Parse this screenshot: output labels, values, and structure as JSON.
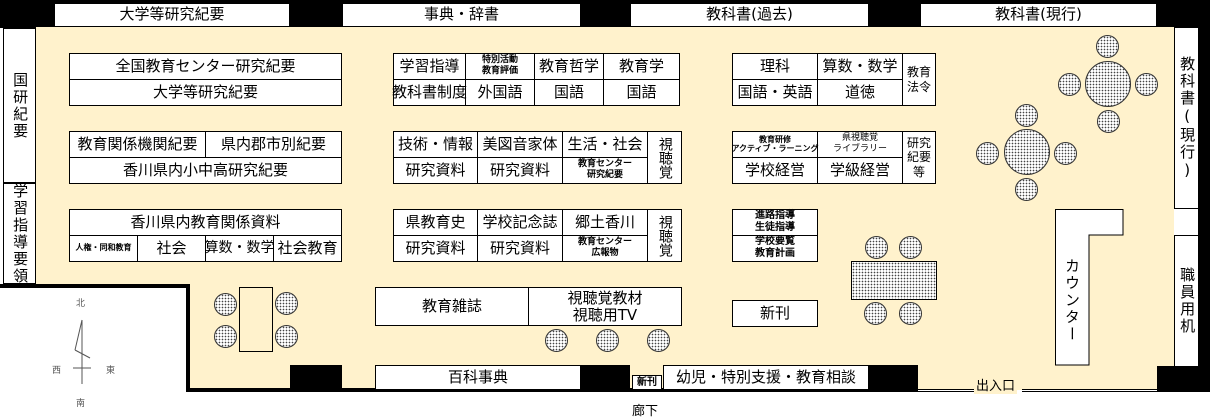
{
  "title": "図書室 配置図",
  "top_shelves": [
    "大学等研究紀要",
    "事典・辞書",
    "教科書(過去)",
    "教科書(現行)"
  ],
  "left_shelves": [
    "国研紀要",
    "学習指導要領"
  ],
  "right_shelves": [
    "教科書(現行)",
    "職員用机"
  ],
  "block_a": {
    "row1": [
      "全国教育センター研究紀要"
    ],
    "row2": [
      "大学等研究紀要"
    ]
  },
  "block_b": {
    "row1": [
      "教育関係機関紀要",
      "県内郡市別紀要"
    ],
    "row2": [
      "香川県内小中高研究紀要"
    ]
  },
  "block_c": {
    "row1": [
      "香川県内教育関係資料"
    ],
    "row2": [
      "人権・同和教育",
      "社会",
      "算数・数学",
      "社会教育"
    ]
  },
  "block_d": {
    "row1": [
      "学習指導",
      "特別活動\n教育評価",
      "教育哲学",
      "教育学"
    ],
    "row2": [
      "教科書制度",
      "外国語",
      "国語",
      "国語"
    ]
  },
  "block_e": {
    "row1": [
      "技術・情報",
      "美図音家体",
      "生活・社会"
    ],
    "row2": [
      "研究資料",
      "研究資料",
      "教育センター\n研究紀要"
    ],
    "side": "視聴覚"
  },
  "block_f": {
    "row1": [
      "県教育史",
      "学校記念誌",
      "郷土香川"
    ],
    "row2": [
      "研究資料",
      "研究資料",
      "教育センター\n広報物"
    ],
    "side": "視聴覚"
  },
  "block_g": {
    "row1": [
      "理科",
      "算数・数学"
    ],
    "row2": [
      "国語・英語",
      "道徳"
    ],
    "side": "教育\n法令"
  },
  "block_h": {
    "row1": [
      "教育研修\nアクティブ・ラーニング",
      "県視聴覚\nライブラリー"
    ],
    "row2": [
      "学校経営",
      "学級経営"
    ],
    "side": "研究\n紀要\n等"
  },
  "block_i": [
    "進路指導\n生徒指導",
    "学校要覧\n教育計画"
  ],
  "magazines": "教育雑誌",
  "av_materials": "視聴覚教材\n視聴用TV",
  "new_arrivals": "新刊",
  "bottom_shelves": {
    "encyclopedia": "百科事典",
    "new_small": "新刊",
    "special": "幼児・特別支援・教育相談"
  },
  "counter": "カウンター",
  "entrance": "出入口",
  "corridor": "廊下",
  "compass": {
    "north": "北",
    "south": "南",
    "east": "東",
    "west": "西"
  }
}
